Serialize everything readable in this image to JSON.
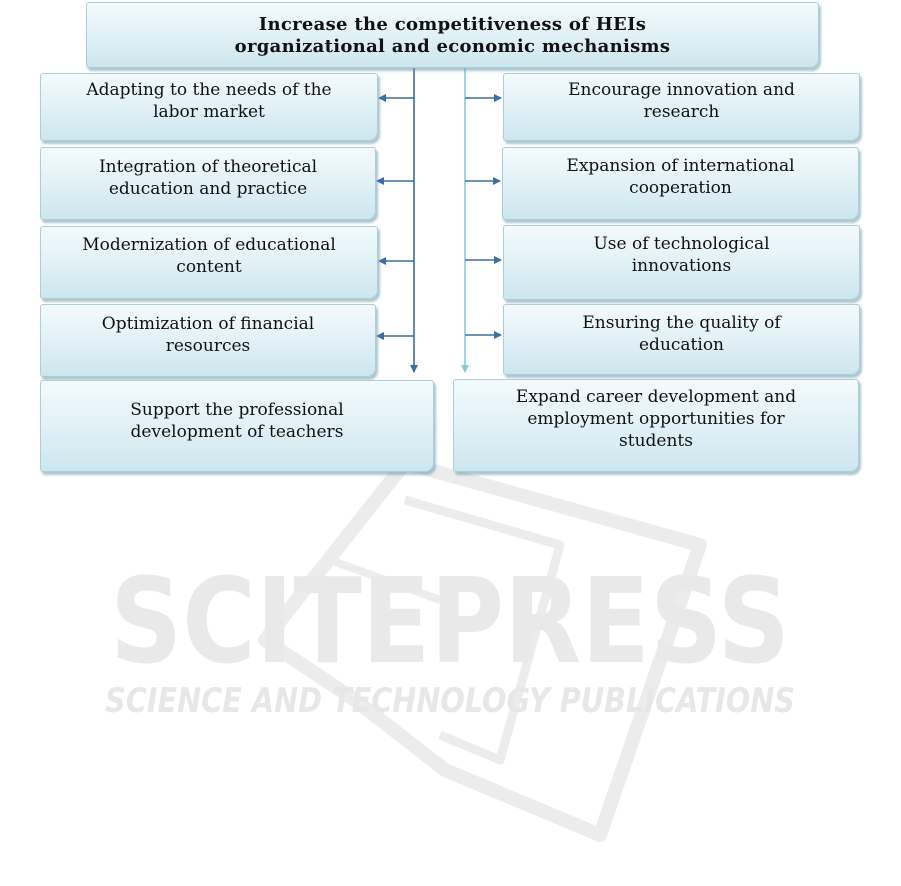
{
  "header": {
    "line1": "Increase the competitiveness of HEIs",
    "line2": "organizational and economic mechanisms"
  },
  "left": [
    {
      "line1": "Adapting to the needs of the",
      "line2": "labor market"
    },
    {
      "line1": "Integration of theoretical",
      "line2": "education and practice"
    },
    {
      "line1": "Modernization of educational",
      "line2": "content"
    },
    {
      "line1": "Optimization of financial",
      "line2": "resources"
    },
    {
      "line1": "Support the professional",
      "line2": "development of teachers"
    }
  ],
  "right": [
    {
      "line1": "Encourage innovation and",
      "line2": "research"
    },
    {
      "line1": "Expansion of international",
      "line2": "cooperation"
    },
    {
      "line1": "Use of technological",
      "line2": "innovations"
    },
    {
      "line1": "Ensuring the quality of",
      "line2": "education"
    },
    {
      "line1": "Expand career development and",
      "line2": "employment opportunities for",
      "line3": "students"
    }
  ],
  "watermark": {
    "title": "SCITEPRESS",
    "subtitle": "SCIENCE AND TECHNOLOGY PUBLICATIONS"
  },
  "colors": {
    "left_connector": "#3a6ea5",
    "right_connector": "#8ec8dd",
    "box_border": "#a9cfdc",
    "watermark": "#e9e9e9"
  }
}
